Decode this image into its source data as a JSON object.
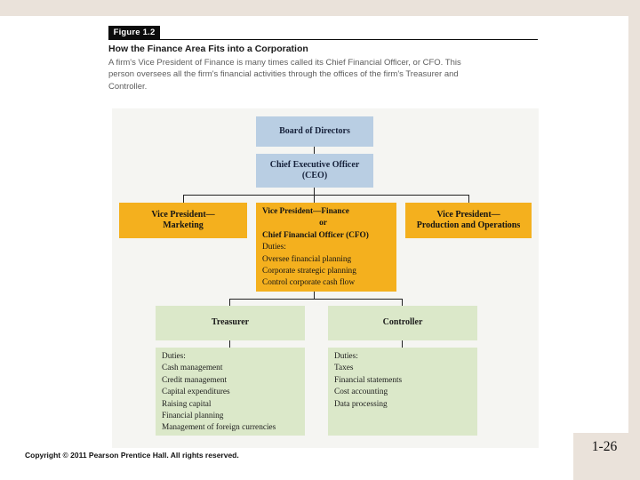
{
  "slide": {
    "figure_label": "Figure 1.2",
    "title": "How the Finance Area Fits into a Corporation",
    "description_lines": [
      "A firm's Vice President of Finance is many times called its Chief Financial Officer, or CFO. This",
      "person oversees all the firm's financial activities through the offices of the firm's Treasurer and",
      "Controller."
    ],
    "footer": {
      "copyright": "Copyright © 2011 Pearson Prentice Hall. All rights reserved.",
      "page_number": "1-26"
    }
  },
  "org_chart": {
    "board": {
      "title": "Board of Directors"
    },
    "ceo": {
      "line1": "Chief Executive Officer",
      "line2": "(CEO)"
    },
    "vp_marketing": {
      "line1": "Vice President—",
      "line2": "Marketing"
    },
    "vp_finance": {
      "title1": "Vice President—Finance",
      "title2": "or",
      "title3": "Chief Financial Officer (CFO)",
      "duties_label": "Duties:",
      "duties": [
        "Oversee financial planning",
        "Corporate strategic planning",
        "Control corporate cash flow"
      ]
    },
    "vp_production": {
      "line1": "Vice President—",
      "line2": "Production and Operations"
    },
    "treasurer": {
      "title": "Treasurer",
      "duties_label": "Duties:",
      "duties": [
        "Cash management",
        "Credit management",
        "Capital expenditures",
        "Raising capital",
        "Financial planning",
        "Management of foreign currencies"
      ]
    },
    "controller": {
      "title": "Controller",
      "duties_label": "Duties:",
      "duties": [
        "Taxes",
        "Financial statements",
        "Cost accounting",
        "Data processing"
      ]
    }
  },
  "colors": {
    "accent_gold": "#f4b01e",
    "box_blue": "#b9cee3",
    "box_green": "#dbe8c9",
    "border_beige": "#eae2da",
    "panel_gray": "#f5f5f2"
  }
}
